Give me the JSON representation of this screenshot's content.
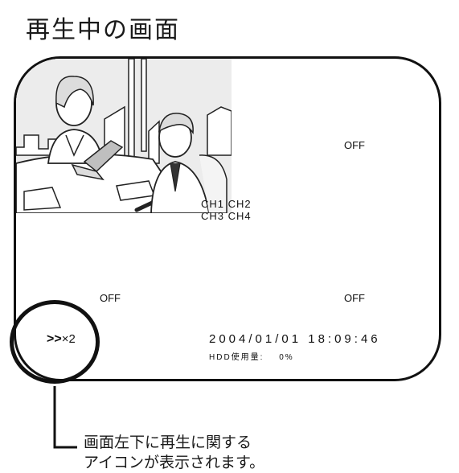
{
  "page": {
    "title": "再生中の画面"
  },
  "monitor": {
    "ch1_status": "OFF",
    "ch3_status": "OFF",
    "ch4_status": "OFF",
    "channel_row1": "CH1 CH2",
    "channel_row2": "CH3 CH4",
    "playback_icon": "fast-forward-icon",
    "playback_arrows": ">>",
    "playback_speed": "×2",
    "datetime": "2004/01/01  18:09:46",
    "hdd_label": "HDD使用量:",
    "hdd_value": "0%"
  },
  "caption": {
    "line1": "画面左下に再生に関する",
    "line2": "アイコンが表示されます。"
  }
}
